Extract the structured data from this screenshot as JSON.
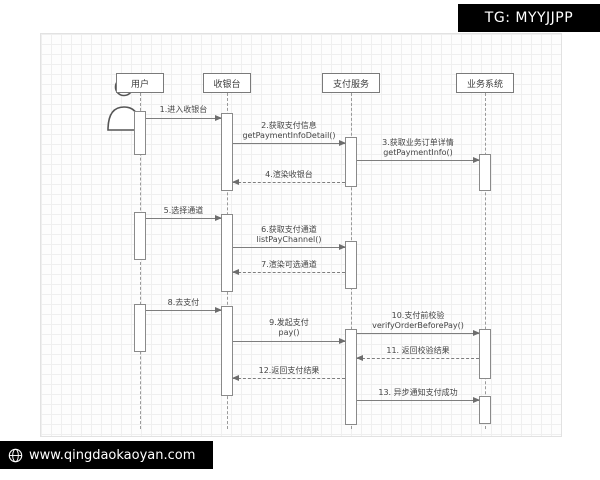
{
  "overlays": {
    "top_badge": "TG: MYYJJPP",
    "bottom_badge": "www.qingdaokaoyan.com"
  },
  "participants": {
    "user": "用户",
    "cashier": "收银台",
    "payment": "支付服务",
    "business": "业务系统"
  },
  "messages": {
    "m1": {
      "l1": "1.进入收银台"
    },
    "m2": {
      "l1": "2.获取支付信息",
      "l2": "getPaymentInfoDetail()"
    },
    "m3": {
      "l1": "3.获取业务订单详情",
      "l2": "getPaymentInfo()"
    },
    "m4": {
      "l1": "4.渲染收银台"
    },
    "m5": {
      "l1": "5.选择通道"
    },
    "m6": {
      "l1": "6.获取支付通道",
      "l2": "listPayChannel()"
    },
    "m7": {
      "l1": "7.渲染可选通道"
    },
    "m8": {
      "l1": "8.去支付"
    },
    "m9": {
      "l1": "9.发起支付",
      "l2": "pay()"
    },
    "m10": {
      "l1": "10.支付前校验",
      "l2": "verifyOrderBeforePay()"
    },
    "m11": {
      "l1": "11. 返回校验结果"
    },
    "m12": {
      "l1": "12.返回支付结果"
    },
    "m13": {
      "l1": "13. 异步通知支付成功"
    }
  },
  "colors": {
    "line": "#7d7d7d",
    "text": "#454545",
    "badge_bg": "#000000",
    "badge_text": "#ffffff"
  }
}
